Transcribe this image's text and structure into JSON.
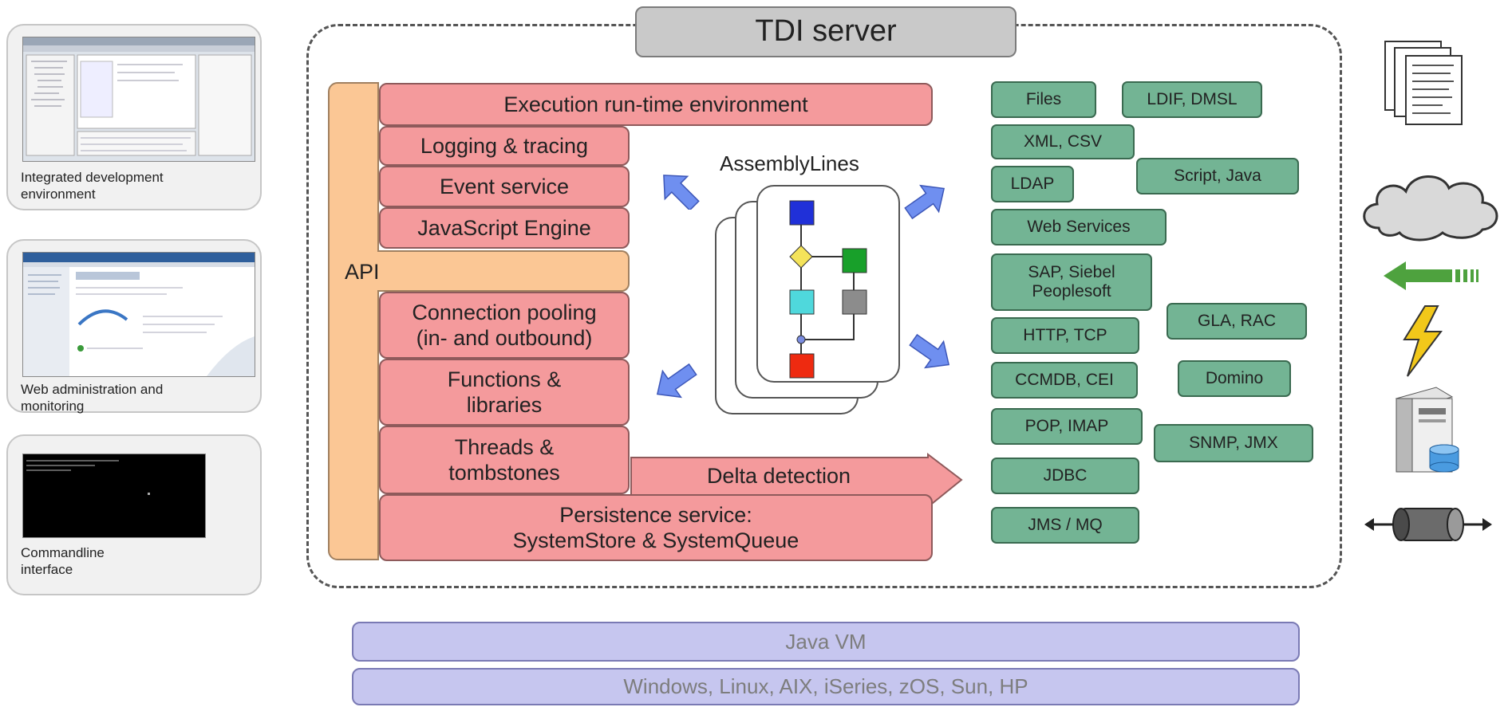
{
  "server_title": "TDI server",
  "clients": [
    {
      "caption_line1": "Integrated development",
      "caption_line2": "environment"
    },
    {
      "caption_line1": "Web administration and",
      "caption_line2": "monitoring"
    },
    {
      "caption_line1": "Commandline",
      "caption_line2": "interface"
    }
  ],
  "api_label": "API",
  "services": {
    "execution": "Execution run-time environment",
    "logging": "Logging & tracing",
    "event": "Event service",
    "javascript": "JavaScript Engine",
    "connection_line1": "Connection pooling",
    "connection_line2": "(in- and outbound)",
    "functions_line1": "Functions &",
    "functions_line2": "libraries",
    "threads_line1": "Threads &",
    "threads_line2": "tombstones",
    "delta": "Delta detection",
    "persistence_line1": "Persistence service:",
    "persistence_line2": "SystemStore & SystemQueue"
  },
  "assemblylines_label": "AssemblyLines",
  "connectors": {
    "files": "Files",
    "ldif": "LDIF, DMSL",
    "xml": "XML, CSV",
    "ldap": "LDAP",
    "script": "Script, Java",
    "web_services": "Web Services",
    "sap_line1": "SAP, Siebel",
    "sap_line2": "Peoplesoft",
    "gla": "GLA, RAC",
    "http": "HTTP,  TCP",
    "ccmdb": "CCMDB, CEI",
    "domino": "Domino",
    "pop": "POP, IMAP",
    "snmp": "SNMP, JMX",
    "jdbc": "JDBC",
    "jms": "JMS / MQ"
  },
  "platform": {
    "vm": "Java VM",
    "os": "Windows, Linux, AIX, iSeries, zOS, Sun, HP"
  },
  "colors": {
    "service_fill": "#f49a9c",
    "api_fill": "#fbc795",
    "connector_fill": "#73b494",
    "platform_fill": "#c6c6ef",
    "arrow_fill": "#6f8ff0"
  },
  "icons": [
    "documents-icon",
    "cloud-icon",
    "green-arrow-icon",
    "lightning-icon",
    "server-database-icon",
    "pipe-icon"
  ]
}
